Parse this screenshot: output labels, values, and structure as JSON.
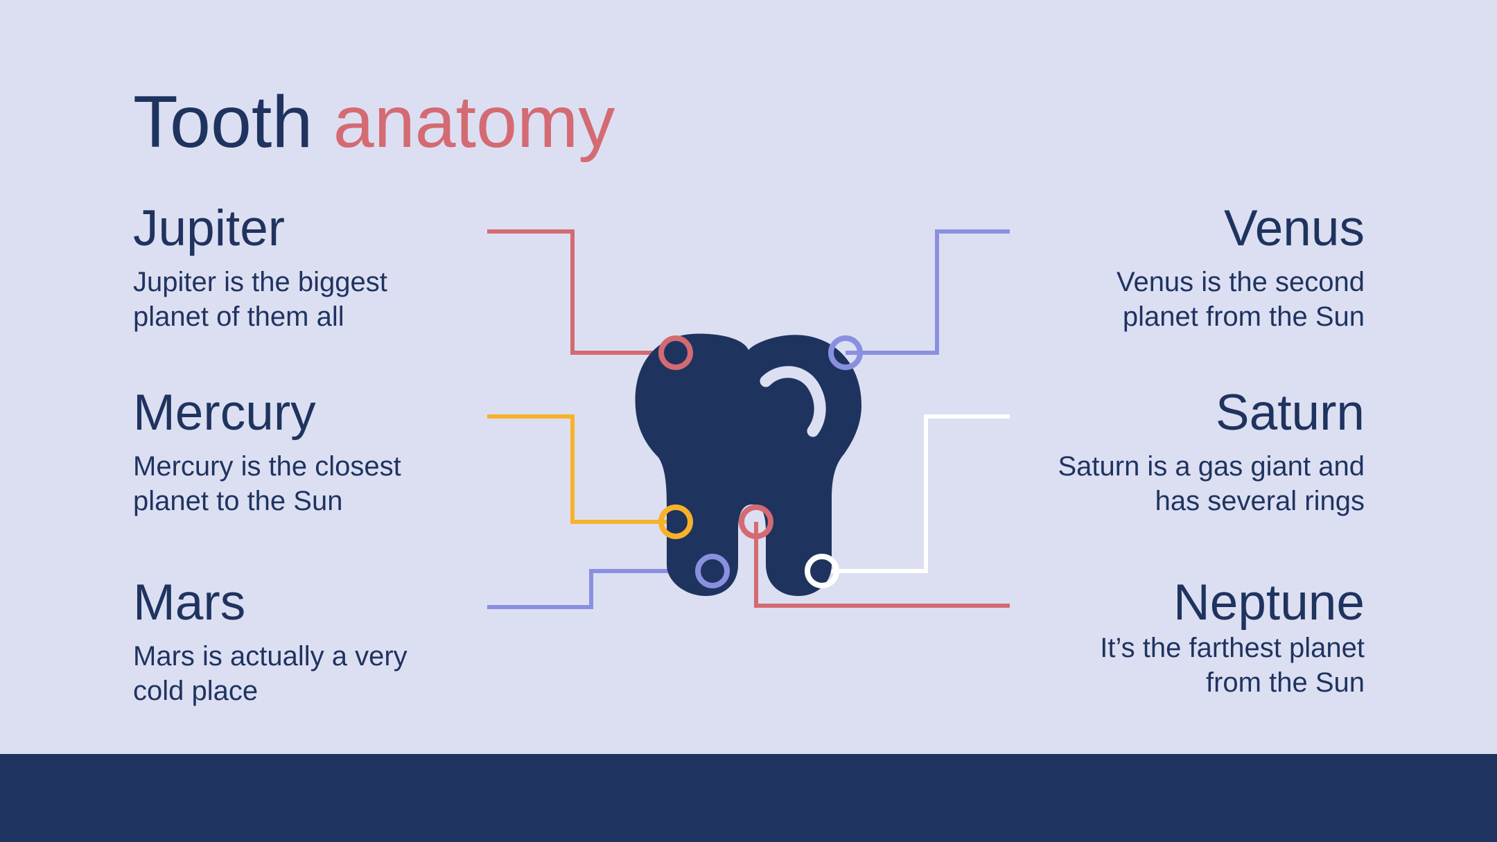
{
  "title": {
    "part1": "Tooth",
    "part2": "anatomy"
  },
  "items": {
    "jupiter": {
      "name": "Jupiter",
      "desc": "Jupiter is the biggest\nplanet of them all"
    },
    "mercury": {
      "name": "Mercury",
      "desc": "Mercury is the closest\nplanet to the Sun"
    },
    "mars": {
      "name": "Mars",
      "desc": "Mars is actually a very\ncold place"
    },
    "venus": {
      "name": "Venus",
      "desc": "Venus is the second\nplanet from the Sun"
    },
    "saturn": {
      "name": "Saturn",
      "desc": "Saturn is a gas giant and\nhas several rings"
    },
    "neptune": {
      "name": "Neptune",
      "desc": "It’s the farthest planet\nfrom the Sun"
    }
  },
  "colors": {
    "background": "#dcdff2",
    "navy": "#1f335f",
    "coral": "#d46a72",
    "yellow": "#f7b22a",
    "lavender": "#8a90e0",
    "white": "#ffffff"
  },
  "icons": {
    "central": "tooth-icon"
  }
}
